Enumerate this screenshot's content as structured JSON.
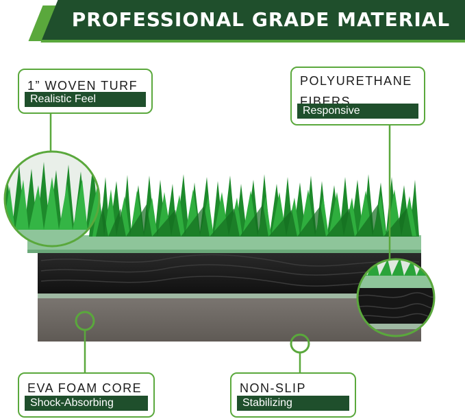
{
  "banner": {
    "title": "PROFESSIONAL GRADE MATERIAL"
  },
  "colors": {
    "dark_green": "#1f4f2c",
    "accent_green": "#5aa83c",
    "turf_green": "#1e8a2a",
    "backing_black": "#1b1b1b",
    "foam_gray": "#6f6a65"
  },
  "callouts": {
    "woven_turf": {
      "title": "1” WOVEN TURF",
      "subtitle": "Realistic Feel"
    },
    "polyurethane": {
      "title_line1": "POLYURETHANE",
      "title_line2": "FIBERS",
      "subtitle": "Responsive"
    },
    "eva_foam": {
      "title": "EVA FOAM CORE",
      "subtitle": "Shock-Absorbing"
    },
    "non_slip": {
      "title": "NON-SLIP BASE",
      "subtitle": "Stabilizing"
    }
  }
}
